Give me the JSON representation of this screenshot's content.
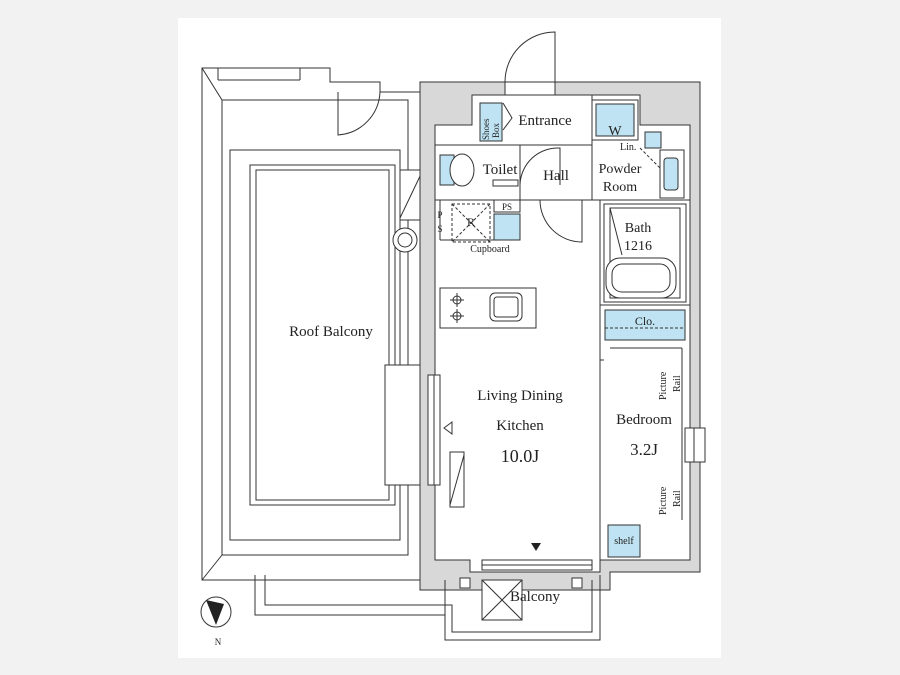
{
  "labels": {
    "entrance": "Entrance",
    "shoes_box_1": "Shoes",
    "shoes_box_2": "Box",
    "w": "W",
    "lin": "Lin.",
    "toilet": "Toilet",
    "hall": "Hall",
    "powder_room_1": "Powder",
    "powder_room_2": "Room",
    "ps": "PS",
    "p": "P",
    "s": "S",
    "r": "R",
    "bath": "Bath",
    "bath_size": "1216",
    "cupboard": "Cupboard",
    "roof_balcony": "Roof Balcony",
    "living_1": "Living Dining",
    "living_2": "Kitchen",
    "living_size": "10.0J",
    "clo": "Clo.",
    "picture_rail_1": "Picture",
    "picture_rail_2": "Rail",
    "bedroom": "Bedroom",
    "bedroom_size": "3.2J",
    "shelf": "shelf",
    "balcony": "Balcony",
    "north": "N"
  },
  "colors": {
    "background": "#f2f2f2",
    "paper": "#ffffff",
    "wall_fill": "#d8d8d8",
    "line": "#333333",
    "fixture_blue": "#bfe3f2"
  },
  "icons": [
    "compass-icon",
    "entrance-marker-icon",
    "gas-stove-icon",
    "sink-icon",
    "toilet-icon",
    "bathtub-icon",
    "washer-icon"
  ]
}
